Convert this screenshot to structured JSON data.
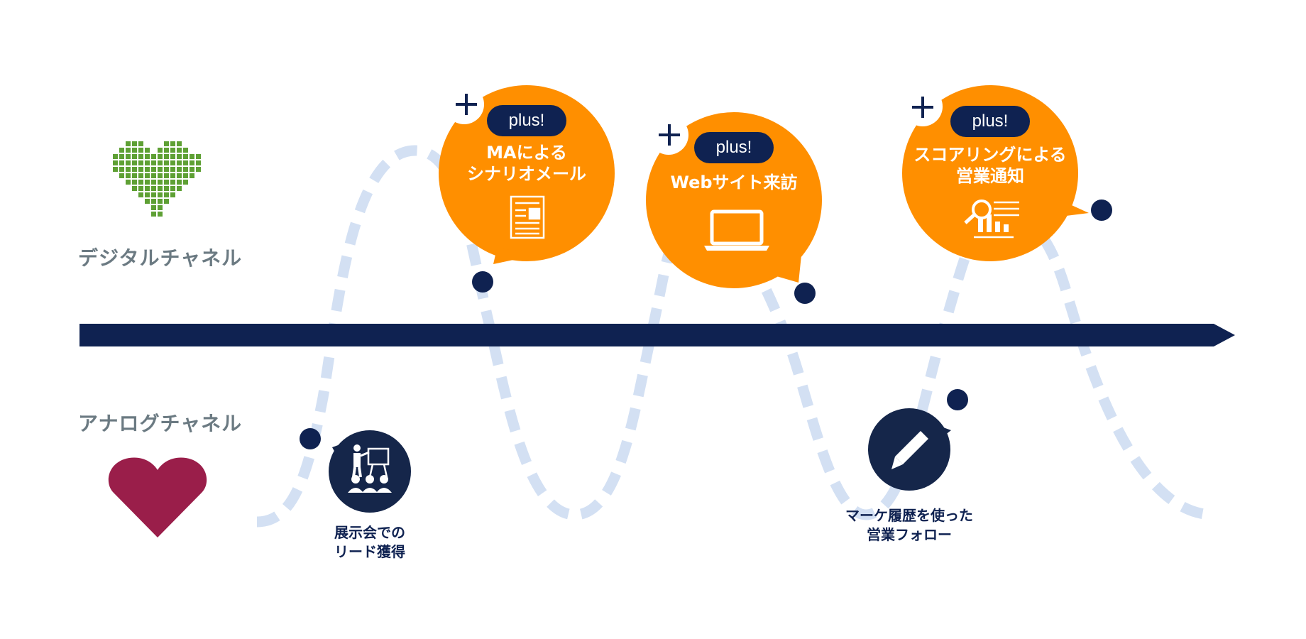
{
  "channels": {
    "digital": {
      "label": "デジタルチャネル"
    },
    "analog": {
      "label": "アナログチャネル"
    }
  },
  "digital_steps": [
    {
      "tag": "plus!",
      "title": "MAによる\nシナリオメール",
      "icon": "document-icon"
    },
    {
      "tag": "plus!",
      "title": "Webサイト来訪",
      "icon": "laptop-icon"
    },
    {
      "tag": "plus!",
      "title": "スコアリングによる\n営業通知",
      "icon": "analytics-chart-icon"
    }
  ],
  "analog_steps": [
    {
      "title": "展示会での\nリード獲得",
      "icon": "presentation-icon"
    },
    {
      "title": "マーケ履歴を使った\n営業フォロー",
      "icon": "pencil-icon"
    }
  ],
  "colors": {
    "navy": "#0f2251",
    "orange": "#ff8f00",
    "wave": "#d3e0f3",
    "digital_heart": "#5ea034",
    "analog_heart": "#9a1e4a",
    "label_gray": "#6b7a82"
  }
}
